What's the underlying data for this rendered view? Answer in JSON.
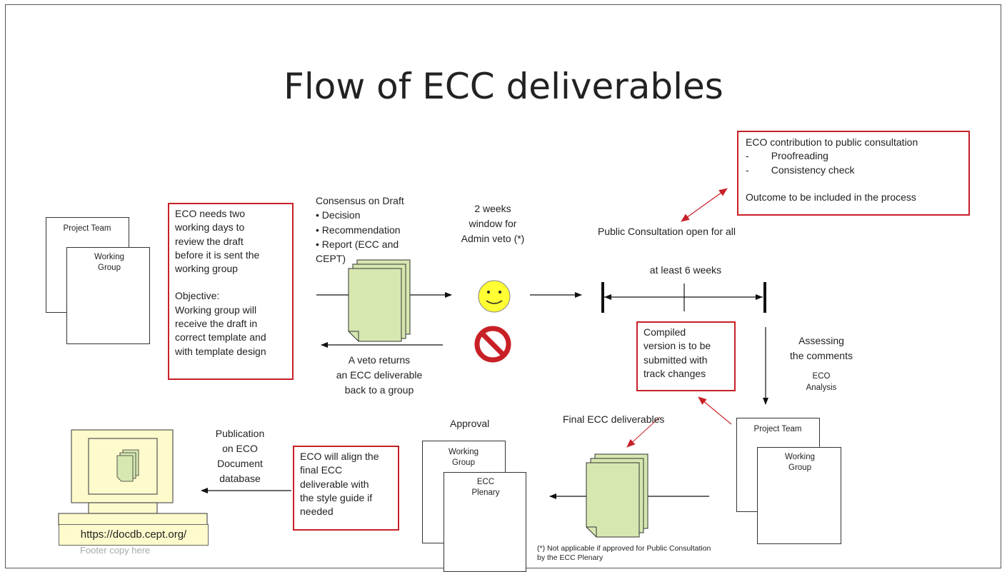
{
  "title": "Flow of ECC deliverables",
  "box_project_team_1": "Project Team",
  "box_working_group_1": "Working Group",
  "eco_review_note": [
    "ECO needs two",
    "working days to",
    "review the draft",
    "before it is sent  the",
    "working group",
    "",
    "Objective:",
    "Working group will",
    "receive the draft in",
    "correct template and",
    "with template design"
  ],
  "consensus_heading": "Consensus on Draft",
  "consensus_items": [
    "• Decision",
    "• Recommendation",
    "• Report (ECC and",
    "CEPT)"
  ],
  "veto_window": [
    "2 weeks",
    "window for",
    "Admin veto (*)"
  ],
  "veto_returns": [
    "A veto returns",
    "an ECC deliverable",
    "back to a group"
  ],
  "eco_contribution": {
    "heading": "ECO contribution to public consultation",
    "items": [
      "-        Proofreading",
      "-        Consistency check"
    ],
    "outcome": "Outcome to be included in the process"
  },
  "public_consultation": "Public Consultation open for all",
  "at_least": "at least 6 weeks",
  "compiled_note": [
    "Compiled",
    "version is to be",
    "submitted with",
    "track changes"
  ],
  "assessing": [
    "Assessing",
    "the comments"
  ],
  "eco_analysis": [
    "ECO",
    "Analysis"
  ],
  "box_project_team_2": "Project Team",
  "box_working_group_2": "Working Group",
  "final_deliverables": "Final ECC deliverables",
  "approval": "Approval",
  "box_working_group_3": "Working Group",
  "box_ecc_plenary": "ECC Plenary",
  "eco_align_note": [
    "ECO will align the",
    "final ECC",
    "deliverable with",
    "the style guide if",
    "needed"
  ],
  "publication": [
    "Publication",
    "on ECO",
    "Document",
    "database"
  ],
  "url": "https://docdb.cept.org/",
  "footer_copy": "Footer copy here",
  "footnote": [
    "(*) Not applicable if approved for Public Consultation",
    "by the ECC Plenary"
  ],
  "colors": {
    "red": "#c82027",
    "doc_green": "#d6e7b0",
    "smiley": "#ffff33",
    "monitor": "#fdfacc"
  }
}
